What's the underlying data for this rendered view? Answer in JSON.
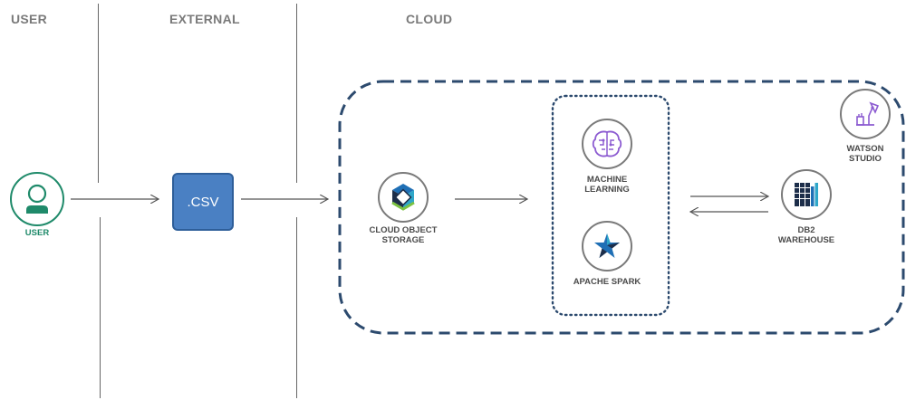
{
  "columns": {
    "user": "USER",
    "external": "EXTERNAL",
    "cloud": "CLOUD"
  },
  "nodes": {
    "user": "USER",
    "csv": ".CSV",
    "cos": "CLOUD OBJECT\nSTORAGE",
    "ml": "MACHINE\nLEARNING",
    "spark": "APACHE SPARK",
    "db2": "DB2\nWAREHOUSE",
    "watson": "WATSON\nSTUDIO"
  },
  "colors": {
    "user_green": "#1f8a6a",
    "csv_blue": "#4a80c3",
    "cloud_border": "#2c4a6e",
    "ml_purple": "#8c5bd1",
    "spark_blue": "#1f6fb5",
    "db2_dark": "#1d2e4a",
    "watson_purple": "#8c5bd1"
  }
}
